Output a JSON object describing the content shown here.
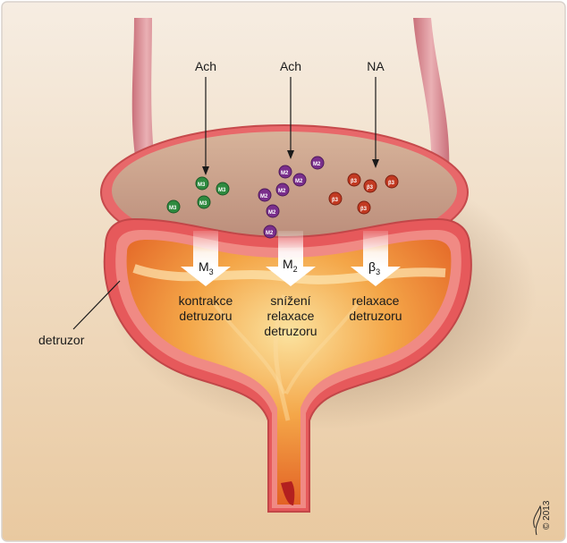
{
  "labels": {
    "ach_left": "Ach",
    "ach_mid": "Ach",
    "na": "NA",
    "receptor_m3": "M",
    "receptor_m3_sub": "3",
    "receptor_m2": "M",
    "receptor_m2_sub": "2",
    "receptor_b3": "β",
    "receptor_b3_sub": "3",
    "effect_left_1": "kontrakce",
    "effect_left_2": "detruzoru",
    "effect_mid_1": "snížení",
    "effect_mid_2": "relaxace",
    "effect_mid_3": "detruzoru",
    "effect_right_1": "relaxace",
    "effect_right_2": "detruzoru",
    "detrusor": "detruzor",
    "copyright": "© 2013"
  },
  "molecules": {
    "m3_label": "M3",
    "m2_label": "M2",
    "b3_label": "β3"
  },
  "colors": {
    "background_top": "#f3e7d8",
    "background_bottom": "#e7c9a3",
    "wall": "#e8585a",
    "lumen": "#f07a2a",
    "m3_molecule": "#2f8a3f",
    "m2_molecule": "#7a2f8c",
    "b3_molecule": "#c23a22"
  }
}
